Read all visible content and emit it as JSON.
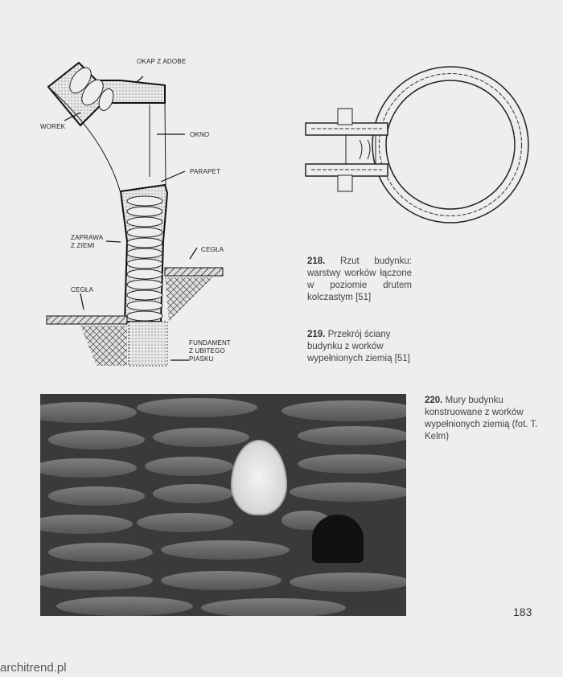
{
  "diagram_section": {
    "labels": {
      "okap": "OKAP Z ADOBE",
      "worek": "WOREK",
      "okno": "OKNO",
      "parapet": "PARAPET",
      "zaprawa_1": "ZAPRAWA",
      "zaprawa_2": "Z ZIEMI",
      "cegla_right": "CEGŁA",
      "cegla_left": "CEGŁA",
      "fundament_1": "FUNDAMENT",
      "fundament_2": "Z UBITEGO",
      "fundament_3": "PIASKU"
    }
  },
  "captions": [
    {
      "number": "218.",
      "text": "Rzut budynku: warstwy worków łączone w poziomie drutem kolczastym [51]"
    },
    {
      "number": "219.",
      "text": "Przekrój ściany budynku z worków wypełnionych ziemią [51]"
    },
    {
      "number": "220.",
      "text": "Mury budynku konstruowane z worków wypełnionych ziemią (fot. T. Kelm)"
    }
  ],
  "page_number": "183",
  "watermark": "architrend.pl"
}
